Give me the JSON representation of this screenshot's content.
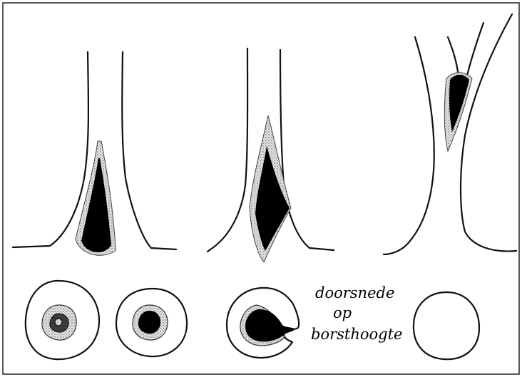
{
  "figure": {
    "annotation_lines": [
      "doorsnede",
      "op",
      "borsthoogte"
    ],
    "colors": {
      "outline": "#111111",
      "wound": "#000000",
      "callus": "#9a9a9a",
      "background": "#ffffff"
    }
  }
}
